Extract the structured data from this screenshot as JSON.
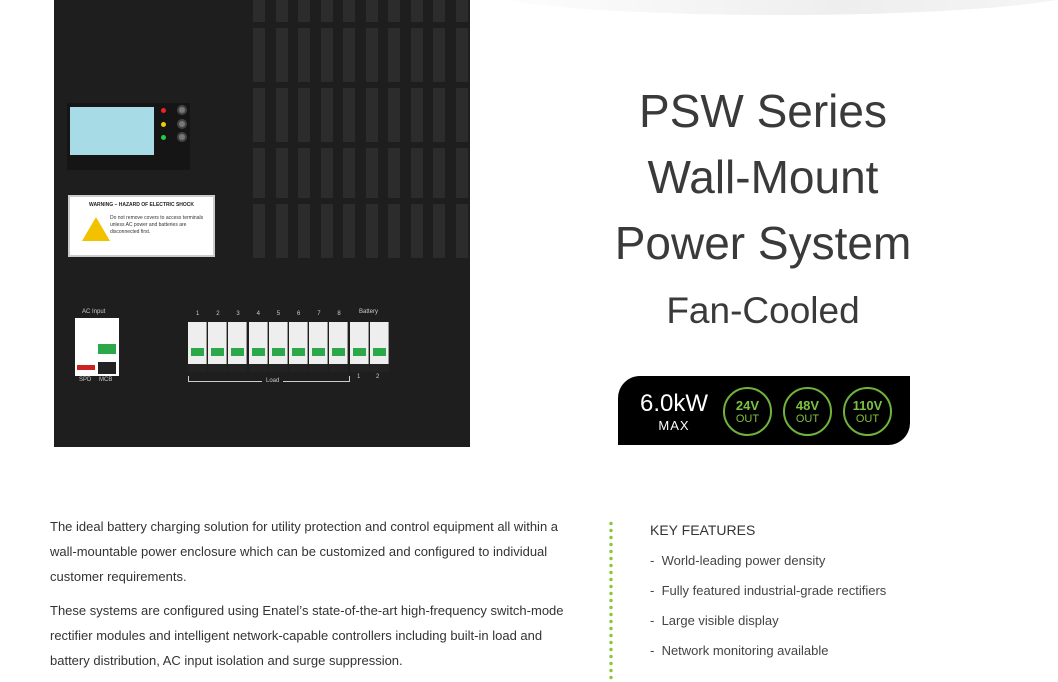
{
  "product": {
    "title_lines": [
      "PSW Series",
      "Wall-Mount",
      "Power System"
    ],
    "subtitle": "Fan-Cooled"
  },
  "badge": {
    "power": "6.0kW",
    "power_label": "MAX",
    "outputs": [
      {
        "voltage": "24V",
        "label": "OUT"
      },
      {
        "voltage": "48V",
        "label": "OUT"
      },
      {
        "voltage": "110V",
        "label": "OUT"
      }
    ]
  },
  "cabinet": {
    "warning_title": "WARNING – HAZARD OF ELECTRIC SHOCK",
    "warning_text": "Do not remove covers to access terminals unless AC power and batteries are disconnected first.",
    "ac_input_label": "AC Input",
    "spd_label": "SPD",
    "mcb_label": "MCB",
    "breaker_numbers": [
      "1",
      "2",
      "3",
      "4",
      "5",
      "6",
      "7",
      "8"
    ],
    "battery_label": "Battery",
    "battery_numbers": [
      "1",
      "2"
    ],
    "load_label": "Load"
  },
  "description": [
    "The ideal battery charging solution for utility protection and control equipment all within a wall-mountable power enclosure which can be customized and configured to individual customer requirements.",
    "These systems are configured using Enatel’s state-of-the-art high-frequency switch-mode rectifier modules and intelligent network-capable controllers including built-in load and battery distribution, AC input isolation and surge suppression."
  ],
  "key_features": {
    "heading": "KEY FEATURES",
    "items": [
      "World-leading power density",
      "Fully featured industrial-grade rectifiers",
      "Large visible display",
      "Network monitoring available"
    ]
  },
  "colors": {
    "accent": "#7cc242",
    "cabinet": "#1e1e1e",
    "lcd": "#a7dbe6"
  }
}
